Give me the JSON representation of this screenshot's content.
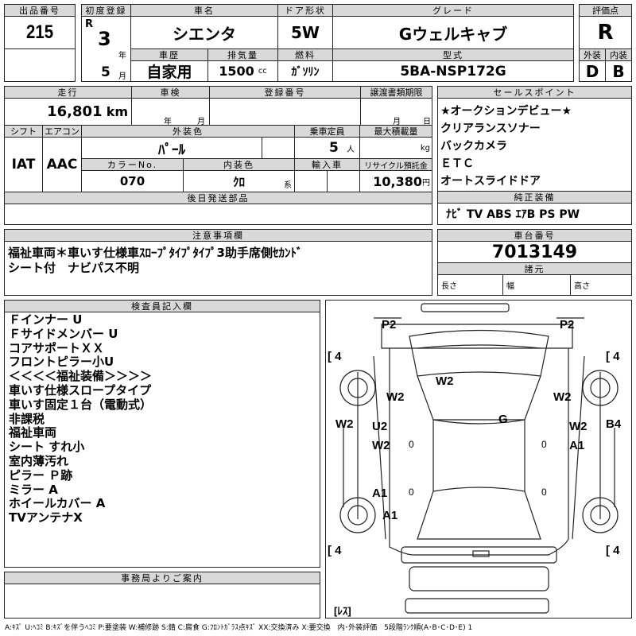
{
  "lot": {
    "label": "出品番号",
    "value": "215"
  },
  "first_reg": {
    "label": "初度登録",
    "era": "R",
    "year": "3",
    "year_unit": "年",
    "month": "5",
    "month_unit": "月"
  },
  "car_name": {
    "label": "車名",
    "value": "シエンタ"
  },
  "door": {
    "label": "ドア形状",
    "value": "5W"
  },
  "grade": {
    "label": "グレード",
    "value": "Gウェルキャブ"
  },
  "score": {
    "label": "評価点",
    "value": "R",
    "ext_label": "外装",
    "ext_value": "D",
    "int_label": "内装",
    "int_value": "B"
  },
  "history": {
    "label": "車歴",
    "value": "自家用"
  },
  "displacement": {
    "label": "排気量",
    "value": "1500",
    "unit": "cc"
  },
  "fuel": {
    "label": "燃料",
    "value": "ｶﾞｿﾘﾝ"
  },
  "model": {
    "label": "型式",
    "value": "5BA-NSP172G"
  },
  "mileage": {
    "label": "走行",
    "value": "16,801",
    "unit": "km"
  },
  "inspection": {
    "label": "車検",
    "year_unit": "年",
    "month_unit": "月"
  },
  "reg_number": {
    "label": "登録番号"
  },
  "transfer": {
    "label": "譲渡書類期限",
    "month_unit": "月",
    "day_unit": "日"
  },
  "shift": {
    "label": "シフト",
    "value": "IAT"
  },
  "ac": {
    "label": "エアコン",
    "value": "AAC"
  },
  "ext_color": {
    "label": "外装色",
    "value": "ﾊﾟｰﾙ"
  },
  "capacity": {
    "label": "乗車定員",
    "value": "5",
    "unit": "人"
  },
  "max_load": {
    "label": "最大積載量",
    "unit": "kg"
  },
  "color_no": {
    "label": "カラーNo.",
    "value": "070"
  },
  "int_color": {
    "label": "内装色",
    "value": "ｸﾛ",
    "unit": "系"
  },
  "import": {
    "label": "輸入車"
  },
  "recycle": {
    "label": "リサイクル預託金",
    "value": "10,380",
    "unit": "円"
  },
  "later_parts": {
    "label": "後日発送部品"
  },
  "sale_points": {
    "label": "セールスポイント",
    "items": [
      "★オークションデビュー★",
      "クリアランスソナー",
      "バックカメラ",
      "ＥＴＣ",
      "オートスライドドア"
    ]
  },
  "equipment": {
    "label": "純正装備",
    "value": "ﾅﾋﾞ TV ABS ｴｱB PS PW"
  },
  "notes": {
    "label": "注意事項欄",
    "lines": [
      "福祉車両＊車いす仕様車ｽﾛｰﾌﾟﾀｲﾌﾟﾀｲﾌﾟ3助手席側ｾｶﾝﾄﾞ",
      "シート付　ナビパス不明"
    ]
  },
  "chassis": {
    "label": "車台番号",
    "value": "7013149"
  },
  "specs": {
    "label": "諸元",
    "length": "長さ",
    "width": "幅",
    "height": "高さ"
  },
  "inspector": {
    "label": "検査員記入欄",
    "lines": [
      "Ｆインナー U",
      "Ｆサイドメンバー U",
      "コアサポートＸＸ",
      "フロントピラー小U",
      "＜＜＜＜福祉装備＞＞＞＞",
      "車いす仕様スロープタイプ",
      "車いす固定１台（電動式）",
      "非課税",
      "福祉車両",
      "シート すれ小",
      "室内薄汚れ",
      "ピラー Ｐ跡",
      "ミラー A",
      "ホイールカバー A",
      "TVアンテナX"
    ]
  },
  "office": {
    "label": "事務局よりご案内"
  },
  "diagram": {
    "marks": [
      "P2",
      "P2",
      "[ 4",
      "[ 4",
      "W2",
      "W2",
      "W2",
      "W2",
      "G",
      "U2",
      "W2",
      "B4",
      "W2",
      "0",
      "0",
      "A1",
      "A1",
      "0",
      "0",
      "A1",
      "[ 4",
      "[ 4",
      "[ﾚｽ]"
    ]
  },
  "legend": "A:ｷｽﾞ U:ﾍｺﾐ B:ｷｽﾞを伴うﾍｺﾐ P:要塗装 W:補修跡 S:錆 C:腐食 G:ﾌﾛﾝﾄｶﾞﾗｽ点ｷｽﾞ XX:交換済み X:要交換　内･外装評価　5段階ﾗﾝｸ順(A･B･C･D･E) 1"
}
